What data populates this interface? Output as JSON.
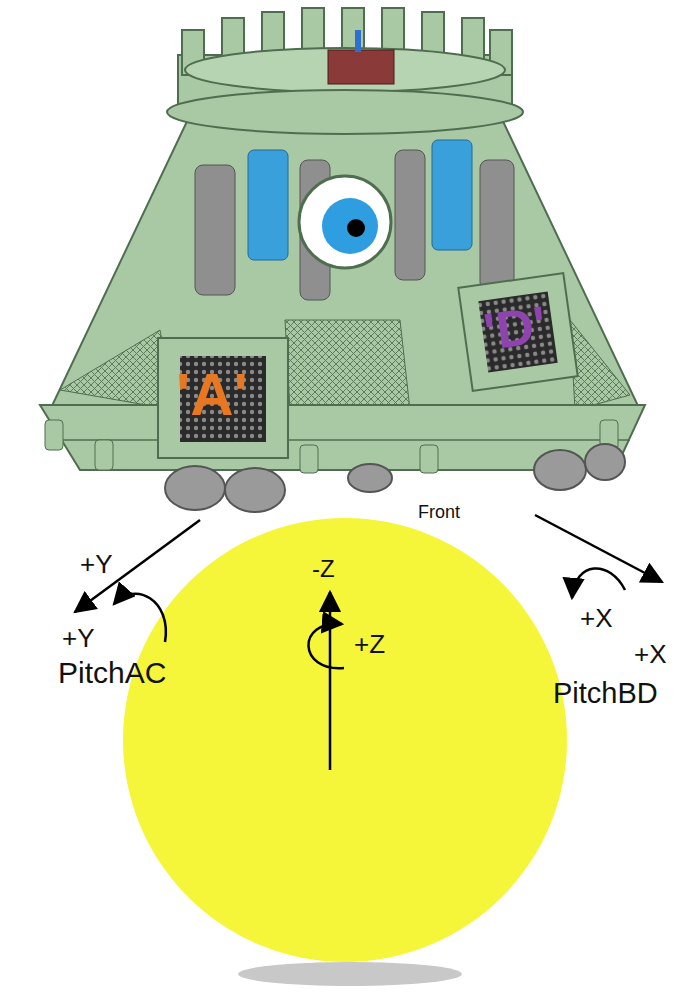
{
  "diagram": {
    "labels": [
      "'A'",
      "'D'",
      "Front",
      "+Y",
      "+Y",
      "PitchAC",
      "-Z",
      "+Z",
      "+X",
      "+X",
      "PitchBD"
    ]
  }
}
